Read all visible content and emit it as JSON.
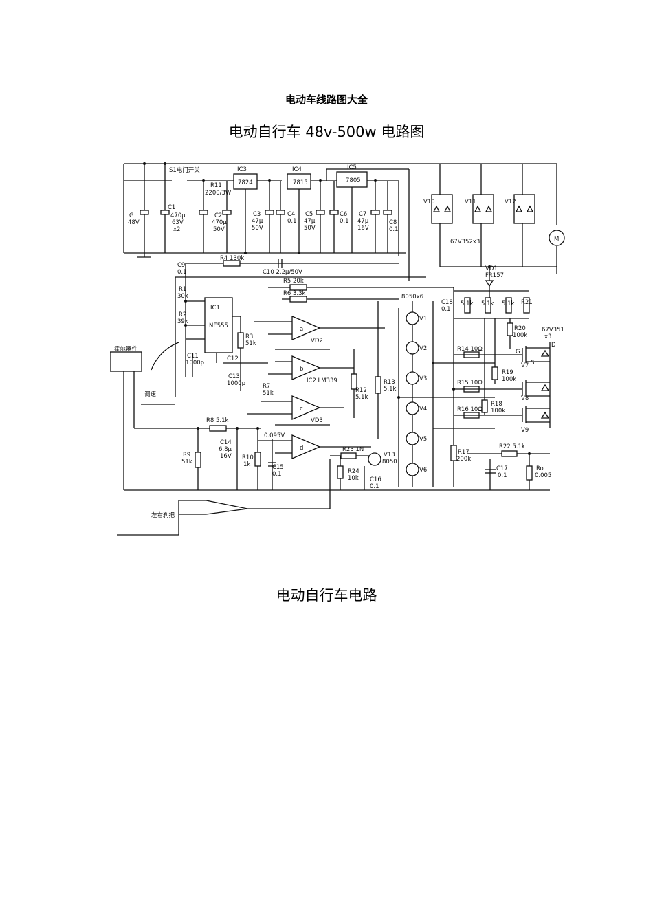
{
  "document": {
    "heading": "电动车线路图大全",
    "figure_title": "电动自行车 48v-500w 电路图",
    "figure_caption": "电动自行车电路"
  },
  "schematic": {
    "labels": {
      "s1": "S1电门开关",
      "r11": "R11",
      "r11v": "2200/3W",
      "ic3": "IC3",
      "ic3v": "7824",
      "ic4": "IC4",
      "ic4v": "7815",
      "ic5": "IC5",
      "ic5v": "7805",
      "g": "G",
      "g48": "48V",
      "c1": "C1",
      "c1v": "470μ",
      "c1v2": "63V",
      "c1v3": "x2",
      "c2": "C2",
      "c2v": "470μ",
      "c2v2": "50V",
      "c3": "C3",
      "c3v": "47μ",
      "c3v2": "50V",
      "c4": "C4",
      "c4v": "0.1",
      "c5": "C5",
      "c5v": "47μ",
      "c5v2": "50V",
      "c6": "C6",
      "c6v": "0.1",
      "c7": "C7",
      "c7v": "47μ",
      "c7v2": "16V",
      "c8": "C8",
      "c8v": "0.1",
      "v10": "V10",
      "v11": "V11",
      "v12": "V12",
      "zener": "67V352x3",
      "r4": "R4  130k",
      "c9": "C9",
      "c9v": "0.1",
      "c10": "C10  2.2μ/50V",
      "r5": "R5  20k",
      "r6": "R6  3.3k",
      "vd1": "VD1",
      "vd1v": "FR157",
      "r1": "R1",
      "r1v": "30k",
      "r2": "R2",
      "r2v": "39k",
      "ic1": "IC1",
      "ic1v": "NE555",
      "c11": "C11",
      "c11v": "1000p",
      "c12": "C12",
      "c13": "C13",
      "c13v": "1000p",
      "r3": "R3",
      "r3v": "51k",
      "c18": "C18",
      "c18v": "0.1",
      "r51a": "5.1k",
      "r51b": "5.1k",
      "r51c": "5.1k",
      "r21": "R21",
      "tr": "8050x6",
      "r20": "R20",
      "r20v": "100k",
      "mos": "67V351",
      "mosx": "x3",
      "hall": "霍尔器件",
      "speed": "调速",
      "ic2": "IC2  LM339",
      "vd2": "VD2",
      "vd3": "VD3",
      "r12": "R12",
      "r12v": "5.1k",
      "r13": "R13",
      "r13v": "5.1k",
      "r7": "R7",
      "r7v": "51k",
      "r14": "R14  10Ω",
      "r15": "R15  10Ω",
      "r16": "R16  10Ω",
      "r19": "R19",
      "r19v": "100k",
      "r18": "R18",
      "r18v": "100k",
      "v7": "V7",
      "v8": "V8",
      "v9": "V9",
      "r8": "R8  5.1k",
      "v0095": "0.095V",
      "r9": "R9",
      "r9v": "51k",
      "c14": "C14",
      "c14v": "6.8μ",
      "c14v2": "16V",
      "r10": "R10",
      "r10v": "1k",
      "c15": "C15",
      "c15v": "0.1",
      "r23": "R23  1N",
      "v13": "V13",
      "v13v": "8050",
      "r24": "R24",
      "r24v": "10k",
      "c16": "C16",
      "c16v": "0.1",
      "r17": "R17",
      "r17v": "200k",
      "r22": "R22  5.1k",
      "c17": "C17",
      "c17v": "0.1",
      "ro": "Ro",
      "rov": "0.005",
      "brake": "左右刹把",
      "m": "M",
      "v1": "V1",
      "v2": "V2",
      "v3": "V3",
      "v4": "V4",
      "v5": "V5",
      "v6": "V6",
      "op_a": "a",
      "op_b": "b",
      "op_c": "c",
      "op_d": "d",
      "g_pin": "G",
      "d_pin": "D",
      "s_pin": "S"
    }
  }
}
